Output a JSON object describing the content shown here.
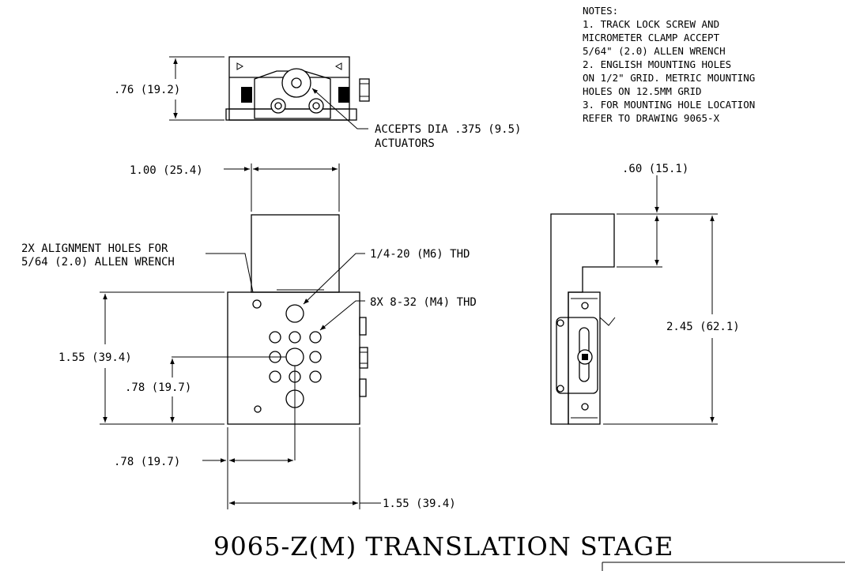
{
  "title": "9065-Z(M) TRANSLATION STAGE",
  "notes": {
    "heading": "NOTES:",
    "lines": [
      "1. TRACK LOCK SCREW AND",
      "MICROMETER CLAMP ACCEPT",
      "5/64\" (2.0) ALLEN WRENCH",
      "2. ENGLISH MOUNTING HOLES",
      "ON 1/2\" GRID. METRIC MOUNTING",
      "HOLES ON 12.5MM GRID",
      "3. FOR MOUNTING HOLE LOCATION",
      "REFER TO DRAWING 9065-X"
    ]
  },
  "dimensions": {
    "top_height": ".76 (19.2)",
    "top_width": "1.00 (25.4)",
    "front_height": "1.55 (39.4)",
    "front_center_height": ".78 (19.7)",
    "front_center_width": ".78 (19.7)",
    "front_width": "1.55 (39.4)",
    "side_top": ".60 (15.1)",
    "side_height": "2.45 (62.1)"
  },
  "callouts": {
    "actuators_1": "ACCEPTS DIA .375 (9.5)",
    "actuators_2": "ACTUATORS",
    "alignment_1": "2X ALIGNMENT HOLES FOR",
    "alignment_2": "5/64 (2.0) ALLEN WRENCH",
    "center_thread": "1/4-20 (M6) THD",
    "mount_threads": "8X 8-32 (M4) THD"
  }
}
